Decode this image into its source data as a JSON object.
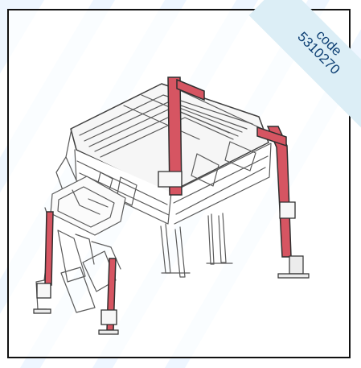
{
  "code_label": {
    "line1": "code",
    "line2": "5310270"
  },
  "colors": {
    "frame": "#111111",
    "ribbon": "#dceef6",
    "accent_red": "#c51f2f",
    "line_gray": "#4a4a4a",
    "stripe_blue": "#eef6ff"
  },
  "icons": {
    "illustration": "stand-frame-drawing"
  }
}
